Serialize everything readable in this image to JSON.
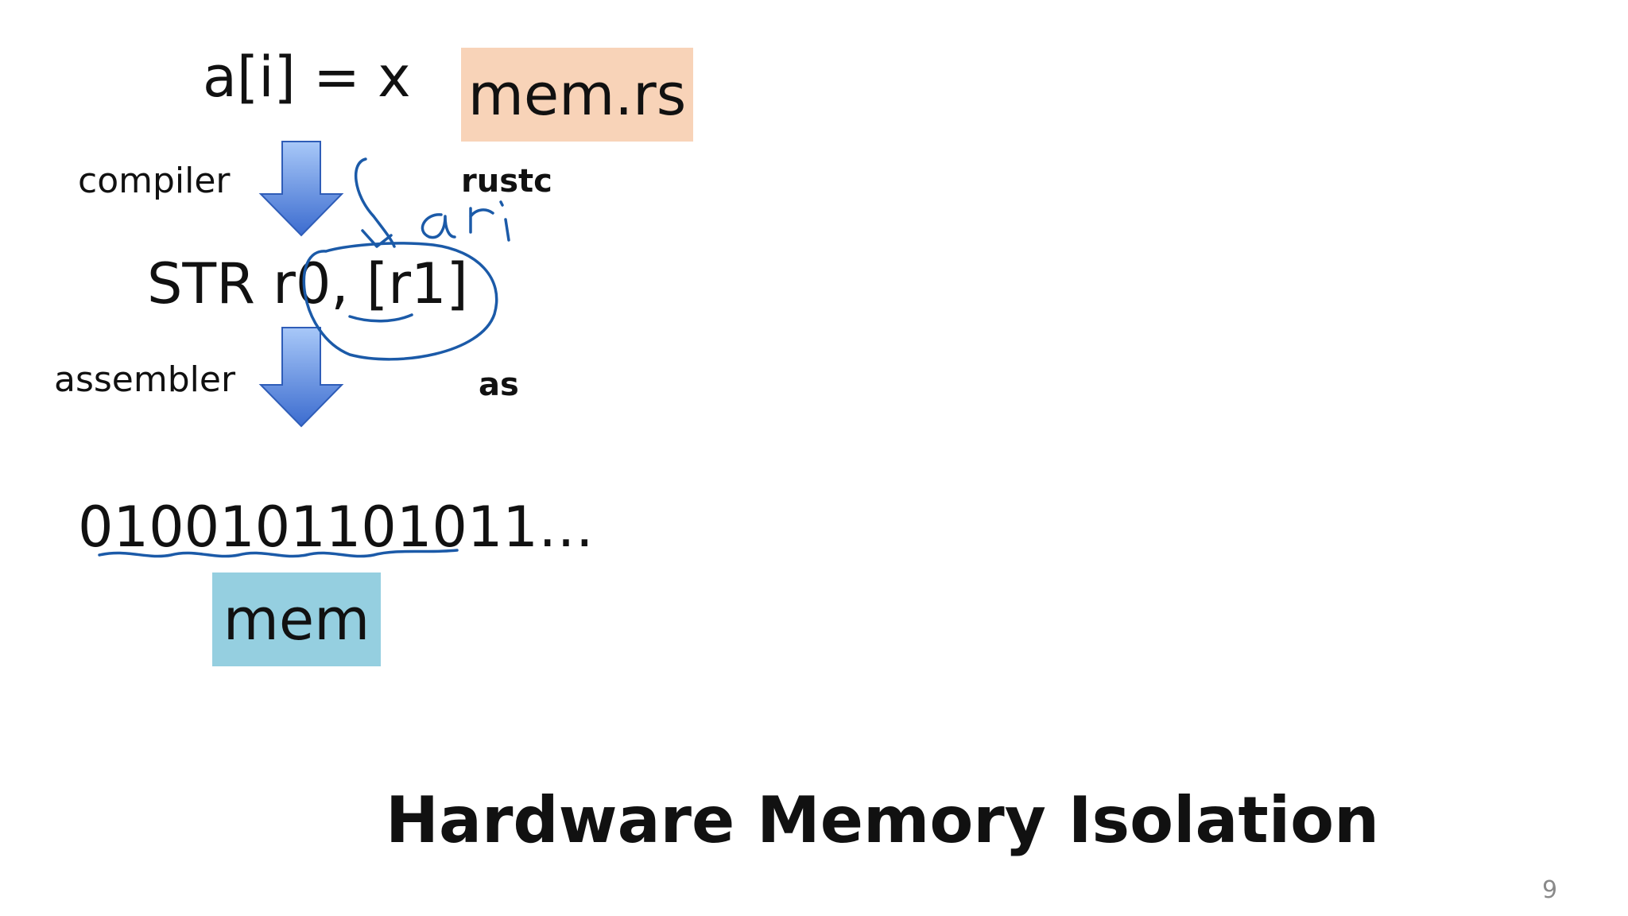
{
  "slide": {
    "code_source": "a[i] = x",
    "code_asm": "STR r0, [r1]",
    "code_binary": "0100101101011…",
    "label_compiler": "compiler",
    "label_assembler": "assembler",
    "tool_rustc": "rustc",
    "tool_as": "as",
    "box_source_file": "mem.rs",
    "box_binary_file": "mem",
    "title": "Hardware Memory Isolation",
    "page_number": "9",
    "annotation_handwriting": "Vari"
  },
  "colors": {
    "source_box": "#f8d3b8",
    "binary_box": "#95cfe0",
    "arrow_top": "#9cc0f3",
    "arrow_bottom": "#3f6fd1",
    "ink": "#1b5aa8"
  },
  "icons": {
    "down_arrow": "down-arrow-icon"
  }
}
